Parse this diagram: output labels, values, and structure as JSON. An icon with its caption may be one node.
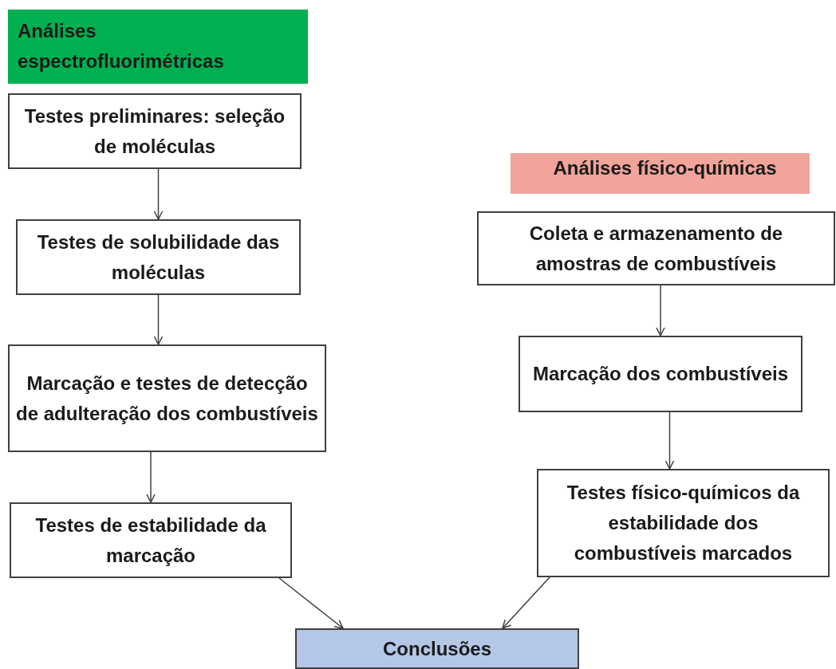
{
  "diagram": {
    "nodes": [
      {
        "text": [
          "Análises espectrofluorimétricas"
        ]
      },
      {
        "text": [
          "Testes preliminares: seleção de moléculas"
        ]
      },
      {
        "text": [
          "Testes de solubilidade das moléculas"
        ]
      },
      {
        "text": [
          "Marcação e testes de detecção de adulteração dos combustíveis"
        ]
      },
      {
        "text": [
          "Testes de estabilidade da marcação"
        ]
      },
      {
        "text": [
          "Análises físico-químicas"
        ]
      },
      {
        "text": [
          "Coleta e armazenamento de amostras de combustíveis"
        ]
      },
      {
        "text": [
          "Marcação dos combustíveis"
        ]
      },
      {
        "text": [
          "Testes físico-químicos da estabilidade dos combustíveis marcados"
        ]
      },
      {
        "text": [
          "Conclusões"
        ]
      }
    ],
    "edges": [
      {
        "from": 1,
        "to": 2,
        "arrow": "to"
      },
      {
        "from": 2,
        "to": 3,
        "arrow": "to"
      },
      {
        "from": 3,
        "to": 4,
        "arrow": "to"
      },
      {
        "from": 6,
        "to": 7,
        "arrow": "to"
      },
      {
        "from": 7,
        "to": 8,
        "arrow": "to"
      },
      {
        "from": 4,
        "to": 9,
        "arrow": "to"
      },
      {
        "from": 8,
        "to": 9,
        "arrow": "to"
      }
    ]
  }
}
